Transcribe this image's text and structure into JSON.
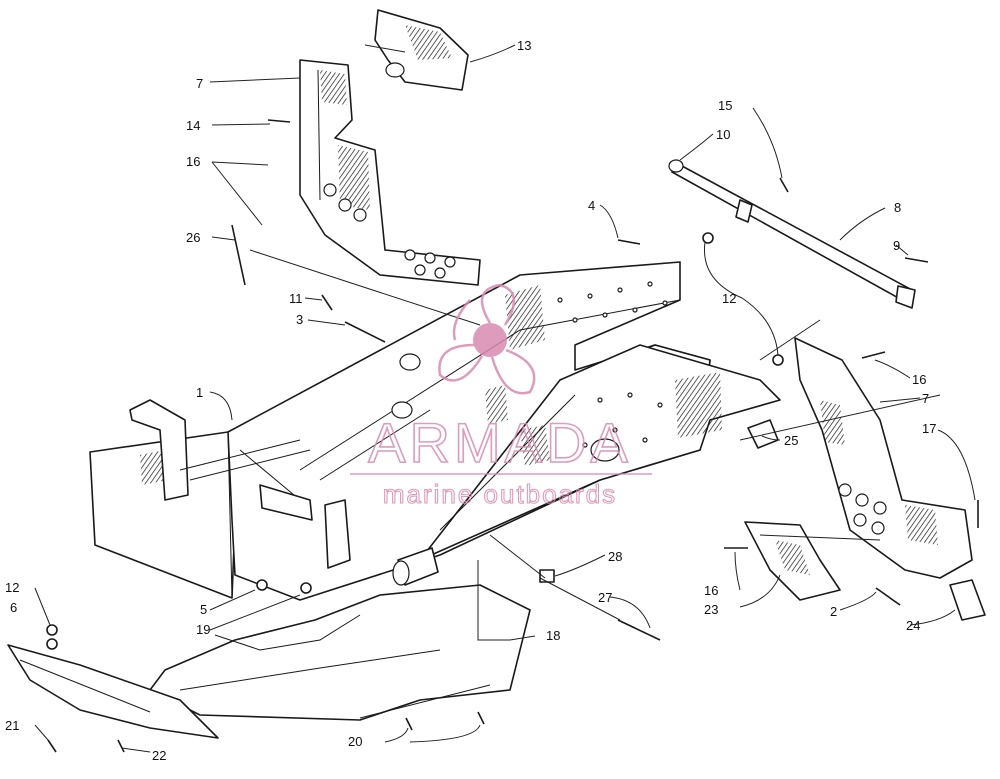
{
  "watermark": {
    "brand": "ARMADA",
    "tagline": "marine outboards",
    "color": "#d98ab0"
  },
  "callouts": {
    "c1": "1",
    "c2": "2",
    "c3": "3",
    "c4": "4",
    "c5": "5",
    "c6": "6",
    "c7a": "7",
    "c7b": "7",
    "c8": "8",
    "c9": "9",
    "c10": "10",
    "c11": "11",
    "c12a": "12",
    "c12b": "12",
    "c13": "13",
    "c14": "14",
    "c15": "15",
    "c16a": "16",
    "c16b": "16",
    "c16c": "16",
    "c17": "17",
    "c18": "18",
    "c19": "19",
    "c20": "20",
    "c21": "21",
    "c22": "22",
    "c23": "23",
    "c24": "24",
    "c25": "25",
    "c26": "26",
    "c27": "27",
    "c28": "28"
  },
  "colors": {
    "line": "#1a1a1a",
    "background": "#ffffff"
  }
}
